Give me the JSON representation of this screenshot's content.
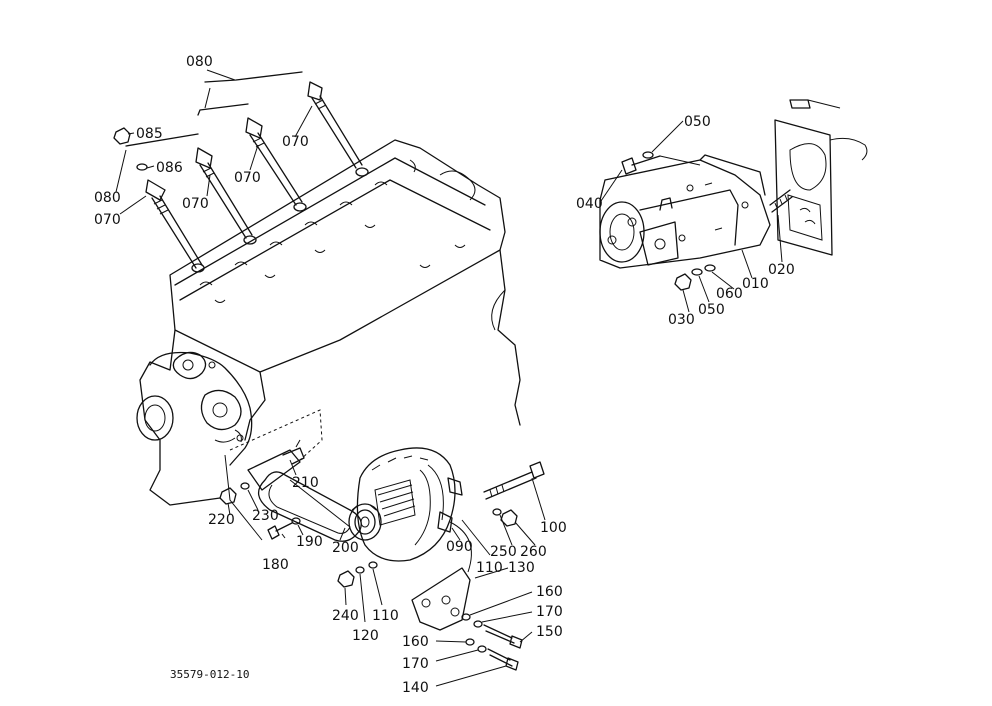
{
  "diagram": {
    "reference_code": "35579-012-10",
    "callouts": [
      {
        "id": "glow-plug-wire-top",
        "label": "080"
      },
      {
        "id": "glow-plug-nut",
        "label": "085"
      },
      {
        "id": "glow-plug-washer",
        "label": "086"
      },
      {
        "id": "glow-plug-wire-left",
        "label": "080"
      },
      {
        "id": "glow-plug-1",
        "label": "070"
      },
      {
        "id": "glow-plug-2",
        "label": "070"
      },
      {
        "id": "glow-plug-3",
        "label": "070"
      },
      {
        "id": "glow-plug-4",
        "label": "070"
      },
      {
        "id": "starter-bolt",
        "label": "040"
      },
      {
        "id": "starter-washer-top",
        "label": "050"
      },
      {
        "id": "starter-motor",
        "label": "010"
      },
      {
        "id": "starter-stud",
        "label": "020"
      },
      {
        "id": "starter-nut",
        "label": "030"
      },
      {
        "id": "starter-washer-bottom",
        "label": "050"
      },
      {
        "id": "starter-lock-washer",
        "label": "060"
      },
      {
        "id": "bracket-bolt",
        "label": "210"
      },
      {
        "id": "bracket-nut",
        "label": "220"
      },
      {
        "id": "bracket-washer",
        "label": "230"
      },
      {
        "id": "bracket-bolt-lower",
        "label": "180"
      },
      {
        "id": "bracket-washer-lower",
        "label": "190"
      },
      {
        "id": "belt",
        "label": "200"
      },
      {
        "id": "alternator",
        "label": "090"
      },
      {
        "id": "alternator-bolt",
        "label": "100"
      },
      {
        "id": "alternator-washer",
        "label": "250"
      },
      {
        "id": "alternator-nut",
        "label": "260"
      },
      {
        "id": "alternator-spacer",
        "label": "110"
      },
      {
        "id": "adjust-plate",
        "label": "130"
      },
      {
        "id": "nut-240",
        "label": "240"
      },
      {
        "id": "washer-120",
        "label": "120"
      },
      {
        "id": "washer-110",
        "label": "110"
      },
      {
        "id": "plate-washer-160",
        "label": "160"
      },
      {
        "id": "plate-lock-170",
        "label": "170"
      },
      {
        "id": "plate-bolt-150",
        "label": "150"
      },
      {
        "id": "lower-washer-160",
        "label": "160"
      },
      {
        "id": "lower-lock-170",
        "label": "170"
      },
      {
        "id": "lower-bolt-140",
        "label": "140"
      }
    ]
  }
}
